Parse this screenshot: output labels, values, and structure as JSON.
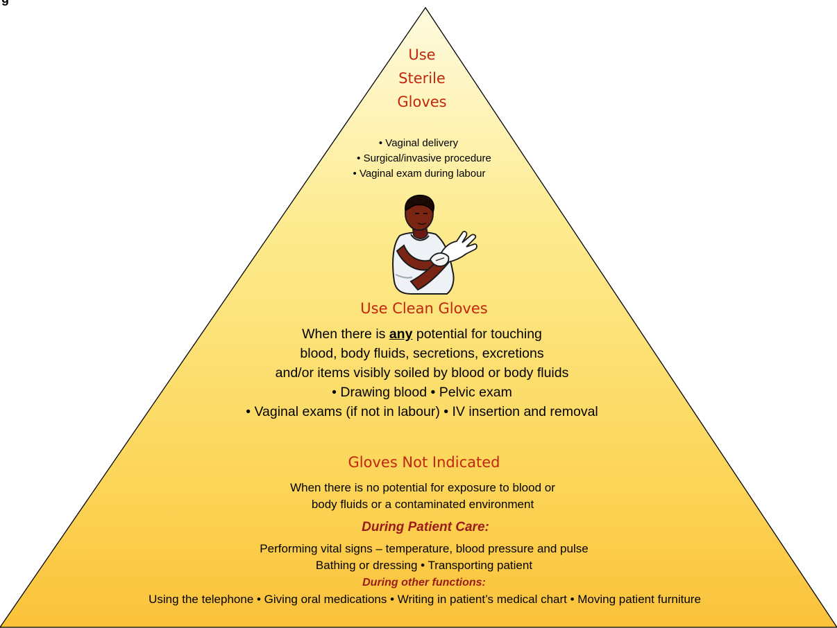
{
  "page_label": "g",
  "top_section": {
    "heading_lines": [
      "Use",
      "Sterile",
      "Gloves"
    ],
    "bullets": [
      "• Vaginal delivery",
      "• Surgical/invasive procedure",
      "• Vaginal exam during labour"
    ]
  },
  "middle_section": {
    "heading": "Use Clean Gloves",
    "line1_before": "When there is ",
    "line1_emphasis": "any",
    "line1_after": " potential for touching",
    "line2": "blood, body fluids, secretions, excretions",
    "line3": "and/or items visibly soiled by blood or body fluids",
    "line4": "• Drawing blood • Pelvic exam",
    "line5": "• Vaginal exams (if not in labour) • IV insertion and removal"
  },
  "bottom_section": {
    "heading": "Gloves Not Indicated",
    "line1": "When there is no potential for exposure to blood or",
    "line2": "body fluids or a contaminated environment",
    "subheading1": "During Patient Care:",
    "line3": "Performing vital signs – temperature, blood pressure and pulse",
    "line4": "Bathing or dressing • Transporting patient",
    "subheading2": "During other functions:",
    "line5": "Using the telephone • Giving oral medications • Writing in patient’s medical chart • Moving patient furniture"
  },
  "colors": {
    "pyramid_top": "#fef6c8",
    "pyramid_bottom": "#fbc23a",
    "heading_red": "#c0270d",
    "subheading_red": "#9b1b1b"
  },
  "icons": {
    "figure": "person-putting-on-gloves-icon"
  }
}
